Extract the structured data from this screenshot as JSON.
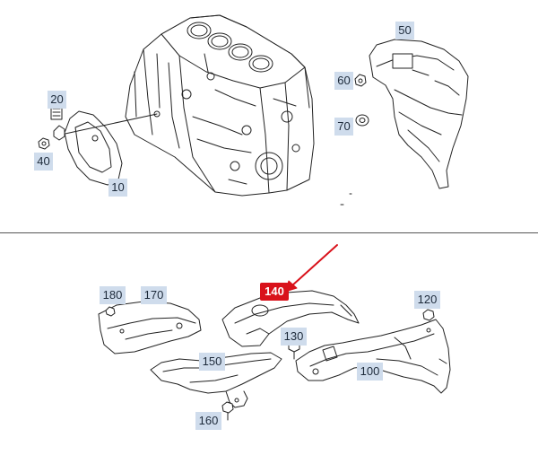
{
  "callouts": {
    "c10": "10",
    "c20": "20",
    "c40": "40",
    "c50": "50",
    "c60": "60",
    "c70": "70",
    "c100": "100",
    "c120": "120",
    "c130": "130",
    "c140": "140",
    "c150": "150",
    "c160": "160",
    "c170": "170",
    "c180": "180"
  },
  "highlighted_part": "140",
  "colors": {
    "callout_bg": "#cfdcec",
    "highlight": "#d9121b",
    "line_art": "#222222"
  }
}
